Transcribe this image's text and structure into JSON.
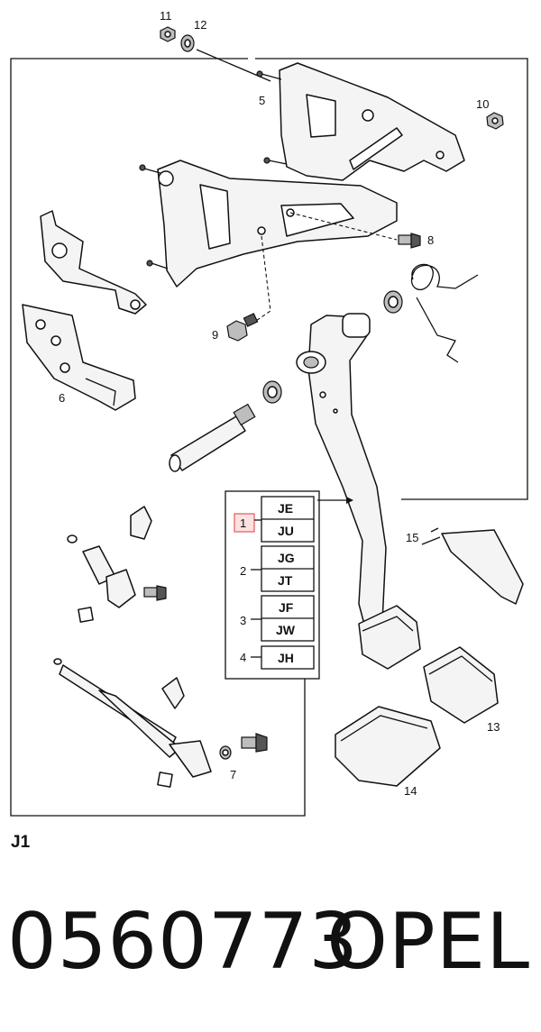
{
  "diagram": {
    "code": "J1",
    "part_labels": {
      "p1": "1",
      "p2": "2",
      "p3": "3",
      "p4": "4",
      "p5": "5",
      "p6": "6",
      "p7": "7",
      "p8": "8",
      "p9": "9",
      "p10": "10",
      "p11": "11",
      "p12": "12",
      "p13": "13",
      "p14": "14",
      "p15": "15"
    },
    "variant_table": {
      "rows": [
        {
          "index": "1",
          "codes": [
            "JE",
            "JU"
          ],
          "highlighted": true
        },
        {
          "index": "2",
          "codes": [
            "JG",
            "JT"
          ],
          "highlighted": false
        },
        {
          "index": "3",
          "codes": [
            "JF",
            "JW"
          ],
          "highlighted": false
        },
        {
          "index": "4",
          "codes": [
            "JH"
          ],
          "highlighted": false
        }
      ]
    },
    "highlight_color": "#e05a5a"
  },
  "footer": {
    "part_number": "0560773",
    "brand": "OPEL"
  }
}
